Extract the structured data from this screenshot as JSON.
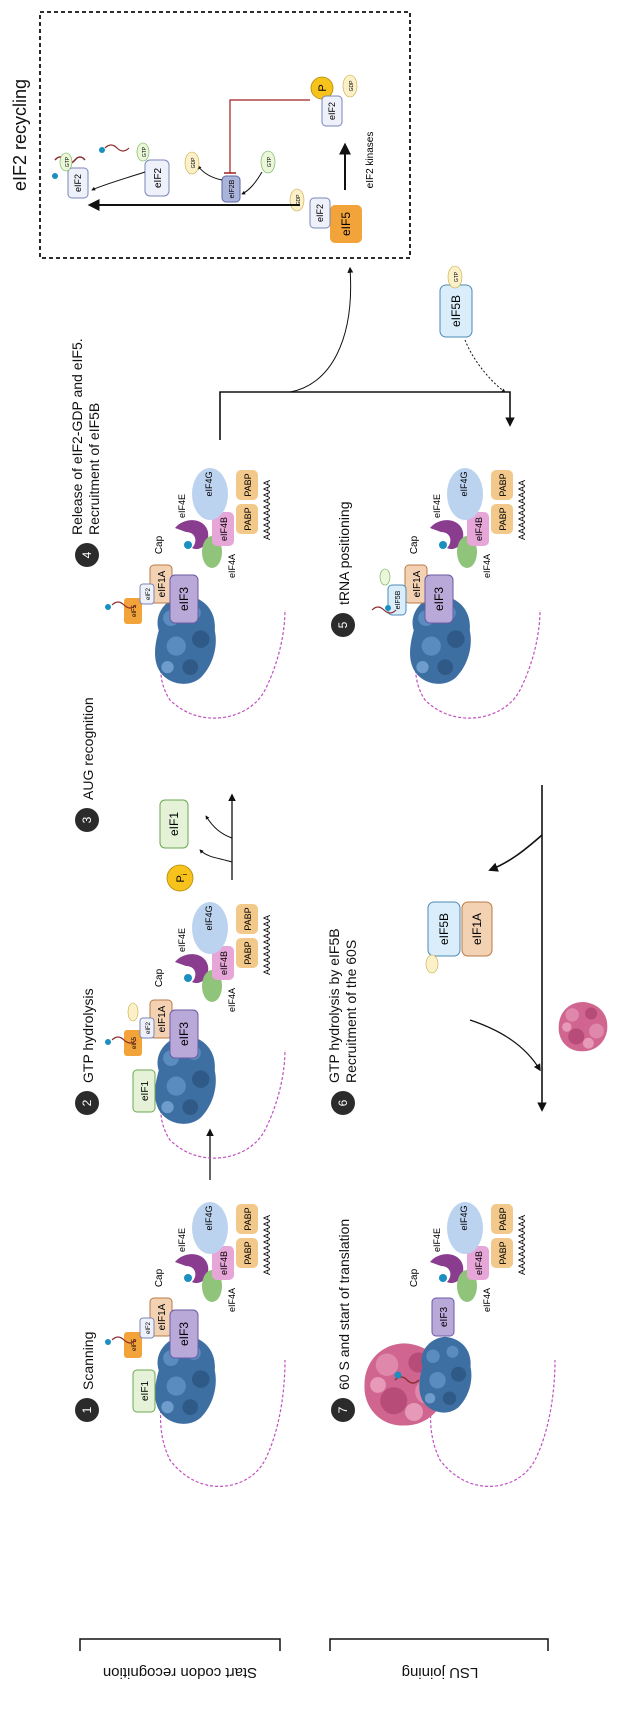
{
  "steps": [
    {
      "num": "1",
      "label": "Scanning"
    },
    {
      "num": "2",
      "label": "GTP hydrolysis"
    },
    {
      "num": "3",
      "label": "AUG recognition"
    },
    {
      "num": "4",
      "label": "Release of eIF2-GDP and eIF5.",
      "label2": "Recruitment of eIF5B"
    },
    {
      "num": "5",
      "label": "tRNA positioning"
    },
    {
      "num": "6",
      "label": "GTP hydrolysis by eIF5B",
      "label2": "Recruitment of the 60S"
    },
    {
      "num": "7",
      "label": "60 S and start of translation"
    }
  ],
  "groups": {
    "start_codon": "Start codon recognition",
    "lsu": "LSU joining"
  },
  "recycling": {
    "title": "eIF2 recycling",
    "kinases": "eIF2 kinases"
  },
  "factors": {
    "eif1": "eIF1",
    "eif1a": "eIF1A",
    "eif3": "eIF3",
    "eif5": "eIF5",
    "eif2": "eIF2",
    "eif2b": "eIF2B",
    "eif4a": "eIF4A",
    "eif4b": "eIF4B",
    "eif4e": "eIF4E",
    "eif4g": "eIF4G",
    "eif5b": "eIF5B",
    "pabp": "PABP",
    "cap": "Cap",
    "polya": "AAAAAAAAAA",
    "gtp": "GTP",
    "gdp": "GDP",
    "p": "P",
    "pi": "P",
    "pi_sub": "i"
  },
  "colors": {
    "eif1": "#e6f2d8",
    "eif1_stroke": "#6aa84f",
    "eif1a": "#f3d2b4",
    "eif1a_stroke": "#b97a45",
    "eif3": "#b8a9d9",
    "eif3_stroke": "#6b5aa6",
    "eif5": "#f2a33a",
    "eif2": "#eef1fa",
    "eif2_stroke": "#7a86b8",
    "eif2b": "#aab3d9",
    "eif4a": "#8fc47a",
    "eif4b": "#e7a6d8",
    "eif4e": "#8a3c8f",
    "eif4g": "#bcd3f0",
    "pabp": "#f2c98a",
    "eif5b": "#d9eefa",
    "eif5b_stroke": "#4a8bb5",
    "gtp": "#eaf7d8",
    "gdp": "#fbf0c8",
    "p": "#f7c21c",
    "ssu": "#3e6fa3",
    "lsu": "#d0668f",
    "mrna": "#c050c0",
    "inhibit": "#a02020",
    "ink": "#111111",
    "circle": "#2b2b2b"
  }
}
